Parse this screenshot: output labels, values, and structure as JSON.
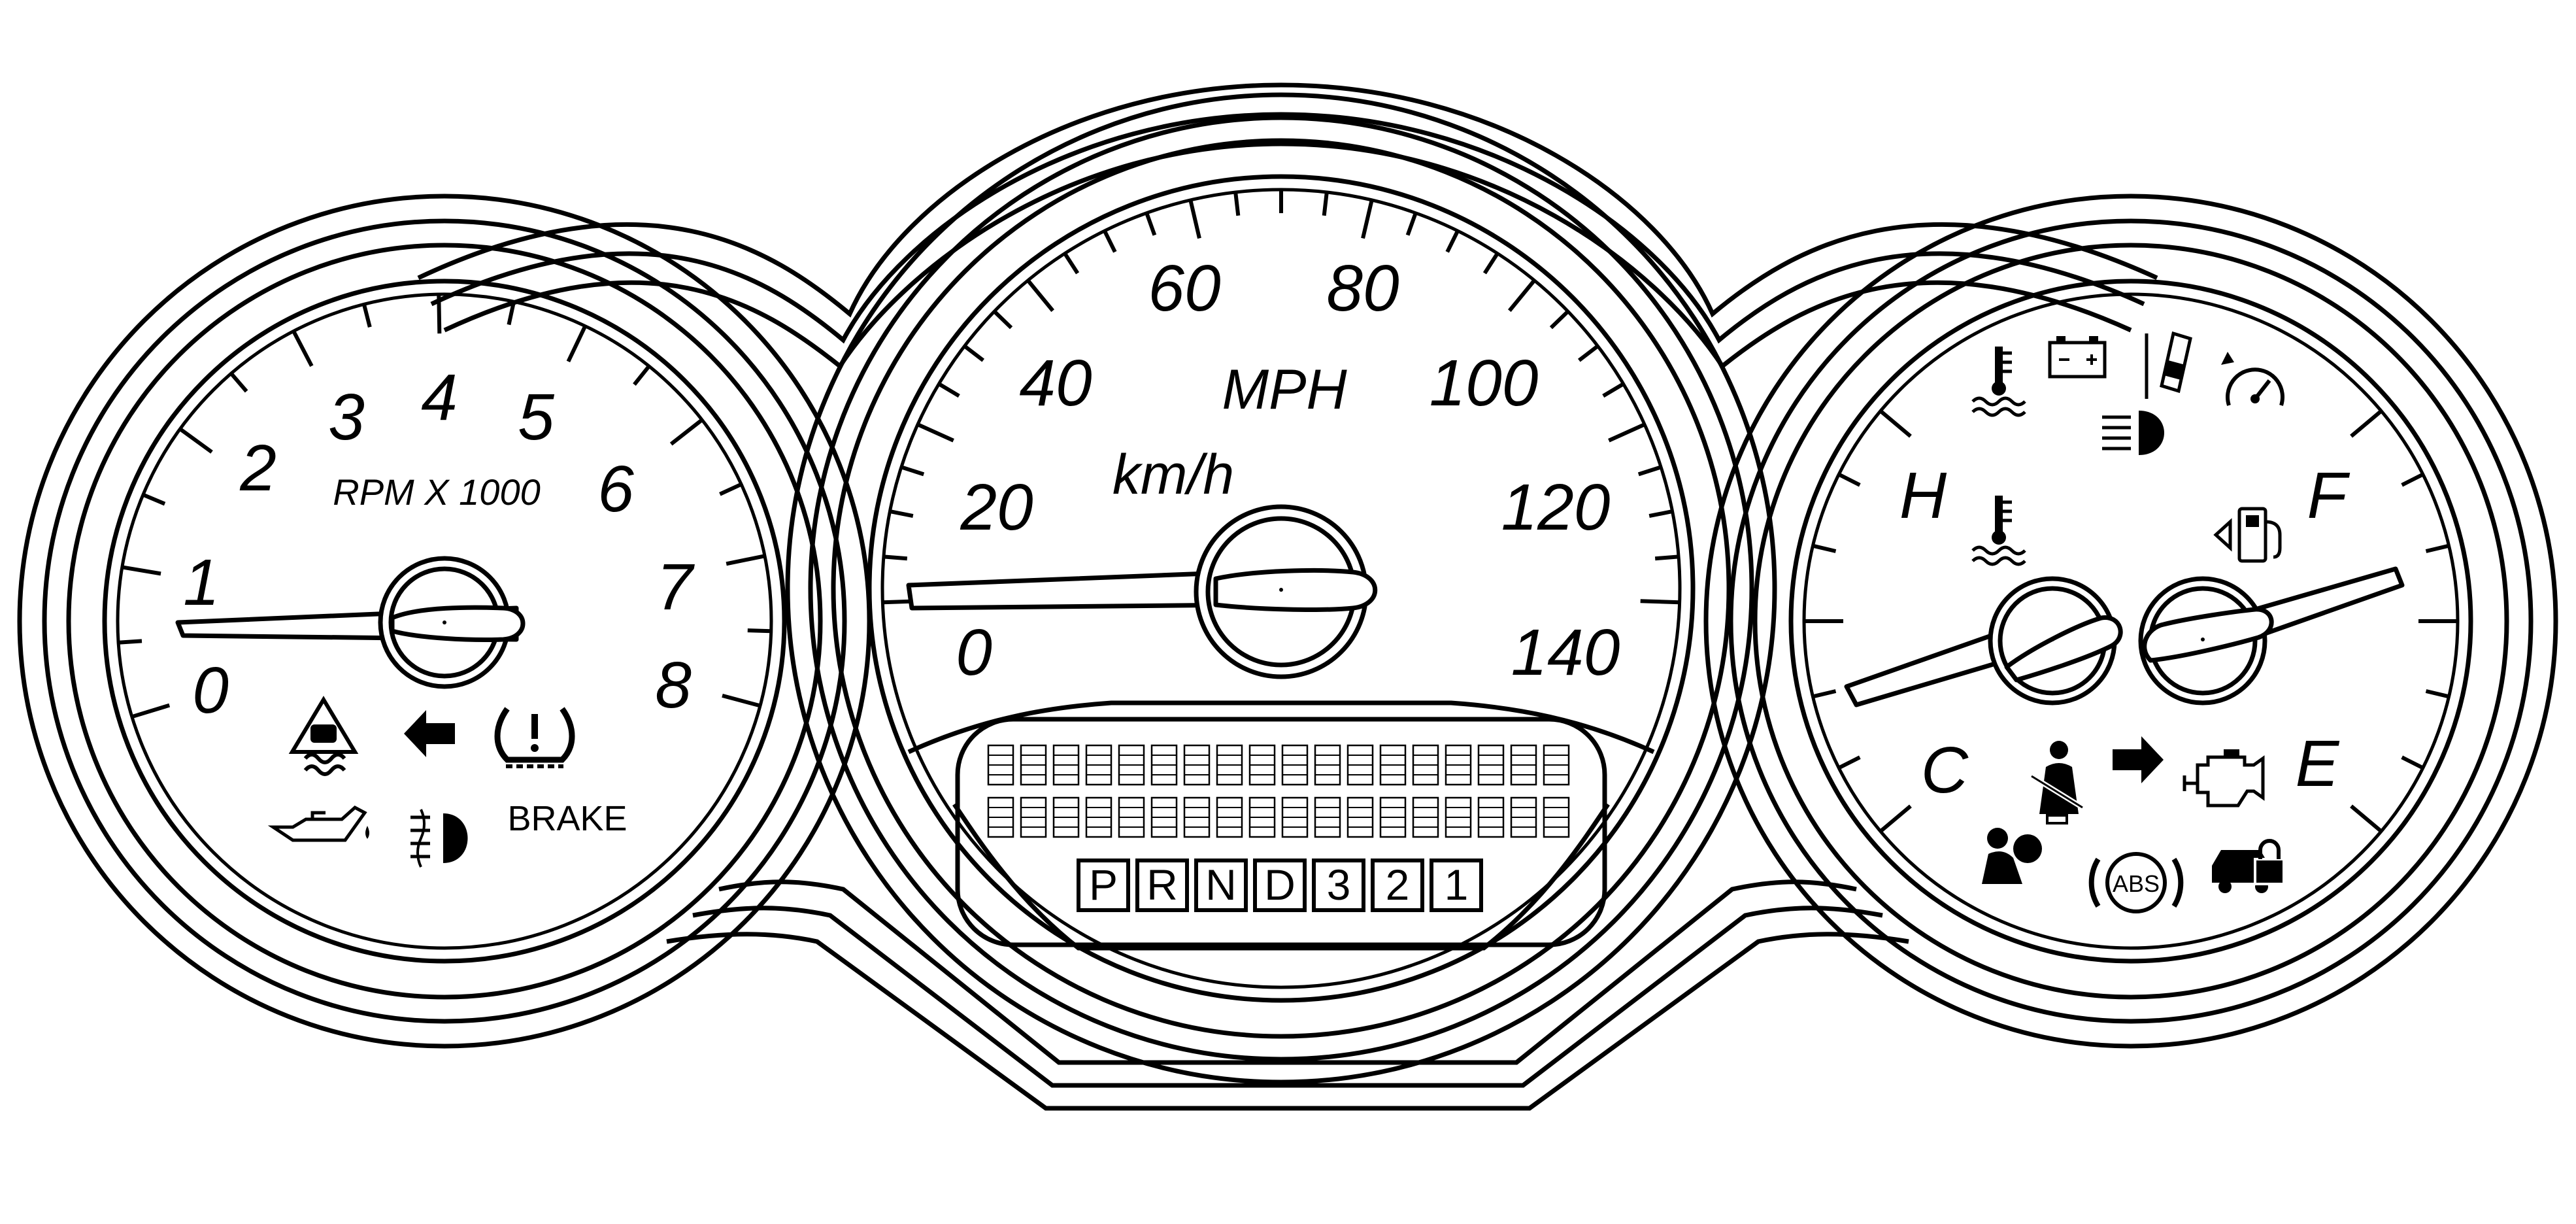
{
  "tachometer": {
    "unit_label": "RPM X 1000",
    "scale_labels": [
      "0",
      "1",
      "2",
      "3",
      "4",
      "5",
      "6",
      "7",
      "8"
    ],
    "warning_icons": [
      "traction-control-icon",
      "left-turn-signal-icon",
      "tire-pressure-icon",
      "oil-pressure-icon",
      "fog-lamp-icon"
    ],
    "brake_label": "BRAKE"
  },
  "speedometer": {
    "mph_label": "MPH",
    "kmh_label": "km/h",
    "mph_scale_labels": [
      "20",
      "40",
      "60",
      "80",
      "100",
      "120",
      "140"
    ],
    "zero_label": "0",
    "lcd_rows": 2,
    "lcd_columns": 18,
    "gear_positions": [
      "P",
      "R",
      "N",
      "D",
      "3",
      "2",
      "1"
    ]
  },
  "temperature_gauge": {
    "hot_label": "H",
    "cold_label": "C"
  },
  "fuel_gauge": {
    "full_label": "F",
    "empty_label": "E"
  },
  "right_cluster_icons": [
    "coolant-temperature-icon",
    "battery-icon",
    "door-ajar-icon",
    "cruise-control-icon",
    "high-beam-icon",
    "fuel-door-icon",
    "seatbelt-icon",
    "right-turn-signal-icon",
    "check-engine-icon",
    "airbag-icon",
    "abs-icon",
    "security-icon"
  ],
  "abs_label": "ABS"
}
